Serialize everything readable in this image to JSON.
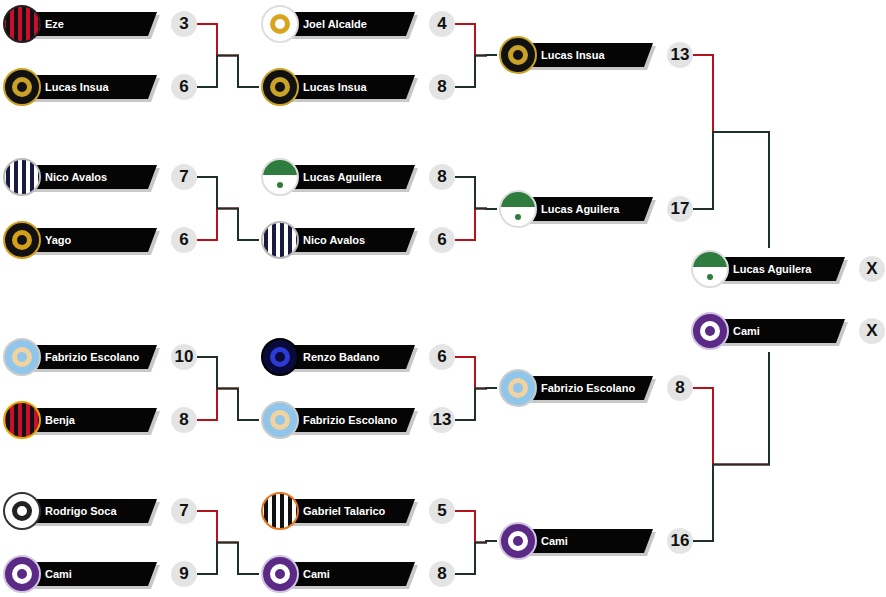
{
  "diagram": {
    "nodes": [
      {
        "text": [
          "Eze",
          "3"
        ]
      },
      {
        "text": [
          "Lucas Insua",
          "6"
        ]
      },
      {
        "text": [
          "Nico Avalos",
          "7"
        ]
      },
      {
        "text": [
          "Yago",
          "6"
        ]
      },
      {
        "text": [
          "Fabrizio Escolano",
          "10"
        ]
      },
      {
        "text": [
          "Benja",
          "8"
        ]
      },
      {
        "text": [
          "Rodrigo Soca",
          "7"
        ]
      },
      {
        "text": [
          "Cami",
          "9"
        ]
      },
      {
        "text": [
          "Joel Alcalde",
          "4"
        ]
      },
      {
        "text": [
          "Lucas Insua",
          "8"
        ]
      },
      {
        "text": [
          "Lucas Aguilera",
          "8"
        ]
      },
      {
        "text": [
          "Nico Avalos",
          "6"
        ]
      },
      {
        "text": [
          "Renzo Badano",
          "6"
        ]
      },
      {
        "text": [
          "Fabrizio Escolano",
          "13"
        ]
      },
      {
        "text": [
          "Gabriel Talarico",
          "5"
        ]
      },
      {
        "text": [
          "Cami",
          "8"
        ]
      },
      {
        "text": [
          "Lucas Insua",
          "13"
        ]
      },
      {
        "text": [
          "Lucas Aguilera",
          "17"
        ]
      },
      {
        "text": [
          "Fabrizio Escolano",
          "8"
        ]
      },
      {
        "text": [
          "Cami",
          "16"
        ]
      },
      {
        "text": [
          "Lucas Aguilera",
          "X"
        ]
      },
      {
        "text": [
          "Cami",
          "X"
        ]
      }
    ],
    "edges": [
      {
        "from": 0,
        "to": 9,
        "arrow": "none"
      },
      {
        "from": 1,
        "to": 9,
        "arrow": "none"
      },
      {
        "from": 2,
        "to": 11,
        "arrow": "none"
      },
      {
        "from": 3,
        "to": 11,
        "arrow": "none"
      },
      {
        "from": 4,
        "to": 13,
        "arrow": "none"
      },
      {
        "from": 5,
        "to": 13,
        "arrow": "none"
      },
      {
        "from": 6,
        "to": 15,
        "arrow": "none"
      },
      {
        "from": 7,
        "to": 15,
        "arrow": "none"
      },
      {
        "from": 8,
        "to": 16,
        "arrow": "none"
      },
      {
        "from": 9,
        "to": 16,
        "arrow": "none"
      },
      {
        "from": 10,
        "to": 17,
        "arrow": "none"
      },
      {
        "from": 11,
        "to": 17,
        "arrow": "none"
      },
      {
        "from": 12,
        "to": 18,
        "arrow": "none"
      },
      {
        "from": 13,
        "to": 18,
        "arrow": "none"
      },
      {
        "from": 14,
        "to": 19,
        "arrow": "none"
      },
      {
        "from": 15,
        "to": 19,
        "arrow": "none"
      },
      {
        "from": 16,
        "to": 20,
        "arrow": "none"
      },
      {
        "from": 17,
        "to": 20,
        "arrow": "none"
      },
      {
        "from": 18,
        "to": 21,
        "arrow": "none"
      },
      {
        "from": 19,
        "to": 21,
        "arrow": "none"
      }
    ]
  }
}
